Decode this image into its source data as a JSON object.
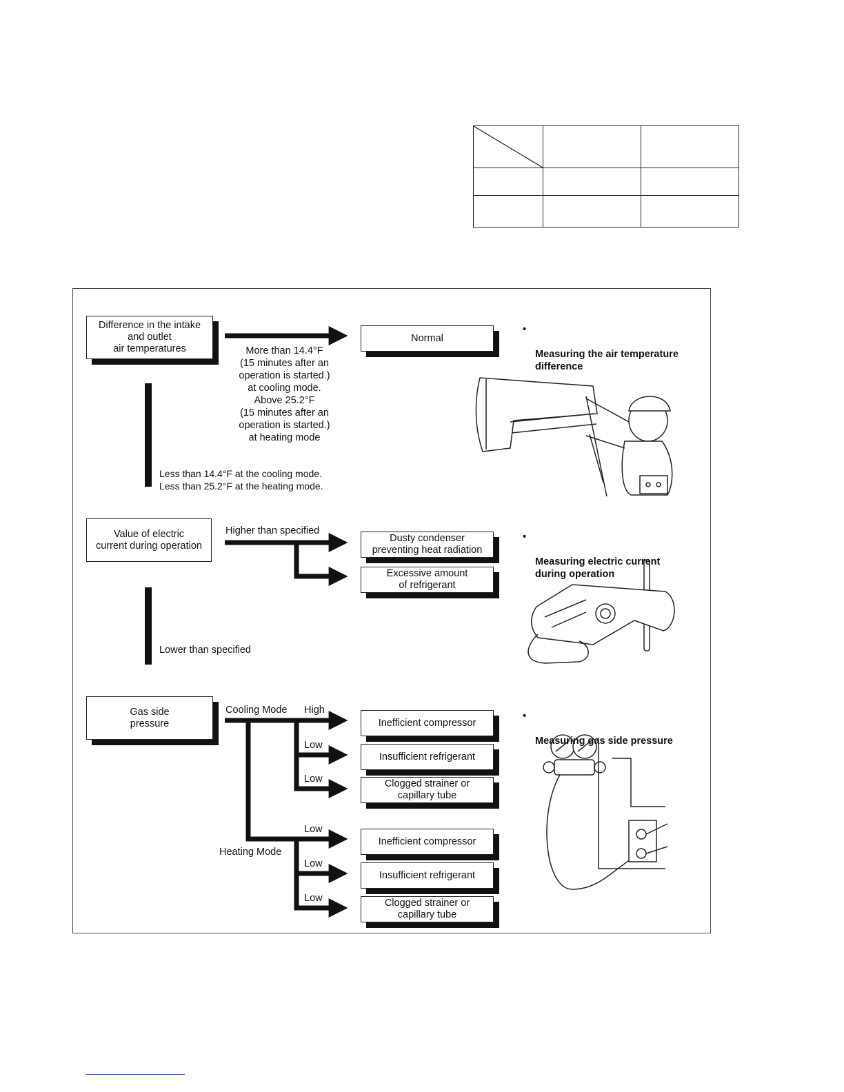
{
  "section1": {
    "input": "Difference in the intake\nand outlet\nair temperatures",
    "result": "Normal",
    "condition_high": "More than 14.4°F\n(15 minutes after an\noperation is started.)\nat cooling mode.\nAbove 25.2°F\n(15 minutes after an\noperation is started.)\nat heating mode",
    "condition_low": "Less than 14.4°F at the cooling mode.\nLess than 25.2°F at the heating mode.",
    "note": "Measuring the air temperature\ndifference",
    "illustration": "technician-measuring-air-conditioner-icon"
  },
  "section2": {
    "input": "Value of electric\ncurrent during operation",
    "higher_label": "Higher than specified",
    "result1": "Dusty condenser\npreventing heat radiation",
    "result2": "Excessive amount\nof refrigerant",
    "lower_label": "Lower than specified",
    "note": "Measuring electric current\nduring operation",
    "illustration": "clamp-meter-icon"
  },
  "section3": {
    "input": "Gas side\npressure",
    "cooling_label": "Cooling Mode",
    "heating_label": "Heating Mode",
    "branches": [
      {
        "level": "High",
        "result": "Inefficient compressor"
      },
      {
        "level": "Low",
        "result": "Insufficient refrigerant"
      },
      {
        "level": "Low",
        "result": "Clogged strainer or\ncapillary tube"
      },
      {
        "level": "Low",
        "result": "Inefficient compressor"
      },
      {
        "level": "Low",
        "result": "Insufficient refrigerant"
      },
      {
        "level": "Low",
        "result": "Clogged strainer or\ncapillary tube"
      }
    ],
    "note": "Measuring gas side pressure",
    "illustration": "pressure-gauge-manifold-icon"
  },
  "bullet_glyph": "•"
}
